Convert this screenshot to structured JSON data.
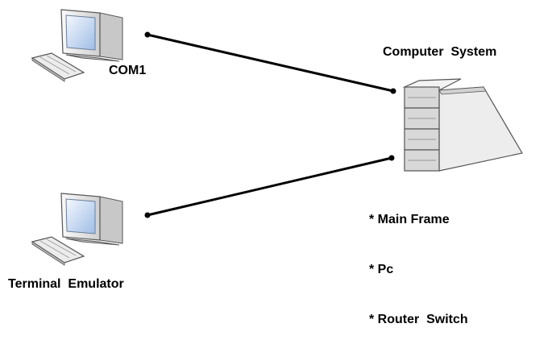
{
  "nodes": {
    "com1": {
      "label": "COM1",
      "icon": "desktop-computer-icon"
    },
    "terminal": {
      "label": "Terminal  Emulator",
      "icon": "desktop-computer-icon"
    },
    "system": {
      "label": "Computer  System",
      "icon": "server-tower-icon",
      "items": [
        "* Main Frame",
        "* Pc",
        "* Router  Switch"
      ]
    }
  },
  "edges": [
    {
      "from": "COM1",
      "to": "Computer  System"
    },
    {
      "from": "Terminal  Emulator",
      "to": "Computer  System"
    }
  ],
  "colors": {
    "line": "#000000",
    "icon_fill": "#e8e8e8",
    "screen": "#bcd3ee",
    "outline": "#555555"
  }
}
